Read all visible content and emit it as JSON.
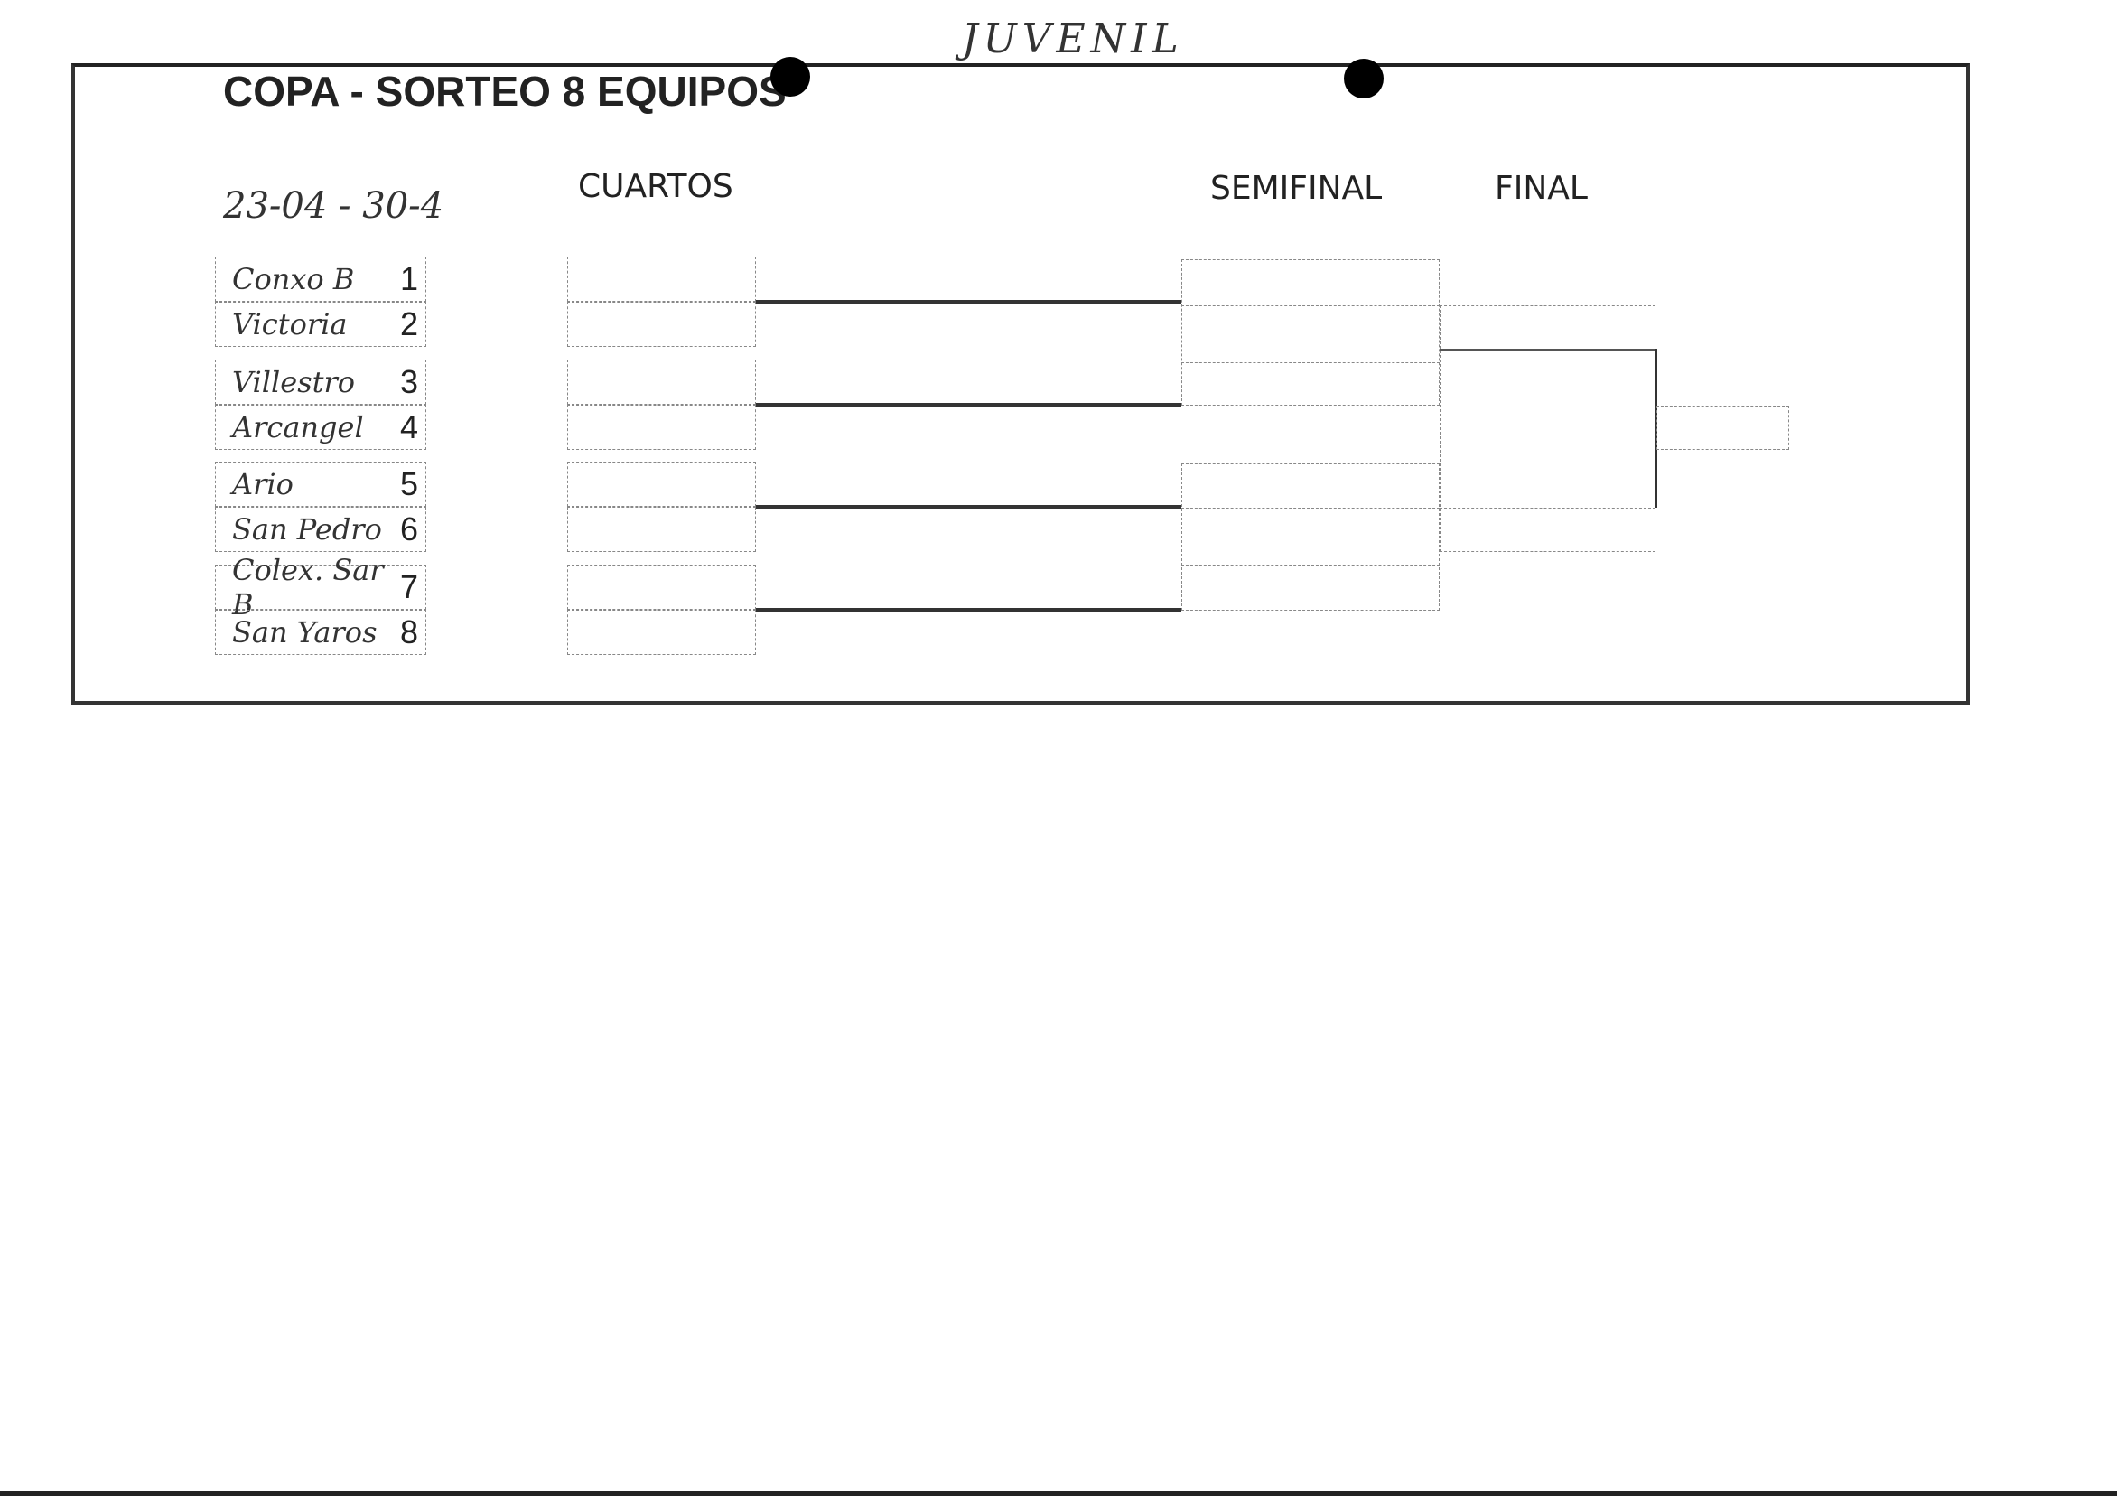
{
  "header": {
    "title": "COPA - SORTEO 8 EQUIPOS",
    "category": "JUVENIL",
    "date_range": "23-04 - 30-4"
  },
  "rounds": {
    "quarterfinals": "CUARTOS",
    "semifinal": "SEMIFINAL",
    "final": "FINAL"
  },
  "teams": [
    {
      "name": "Conxo B",
      "seed": "1"
    },
    {
      "name": "Victoria",
      "seed": "2"
    },
    {
      "name": "Villestro",
      "seed": "3"
    },
    {
      "name": "Arcangel",
      "seed": "4"
    },
    {
      "name": "Ario",
      "seed": "5"
    },
    {
      "name": "San Pedro",
      "seed": "6"
    },
    {
      "name": "Colex. Sar B",
      "seed": "7"
    },
    {
      "name": "San Yaros",
      "seed": "8"
    }
  ]
}
